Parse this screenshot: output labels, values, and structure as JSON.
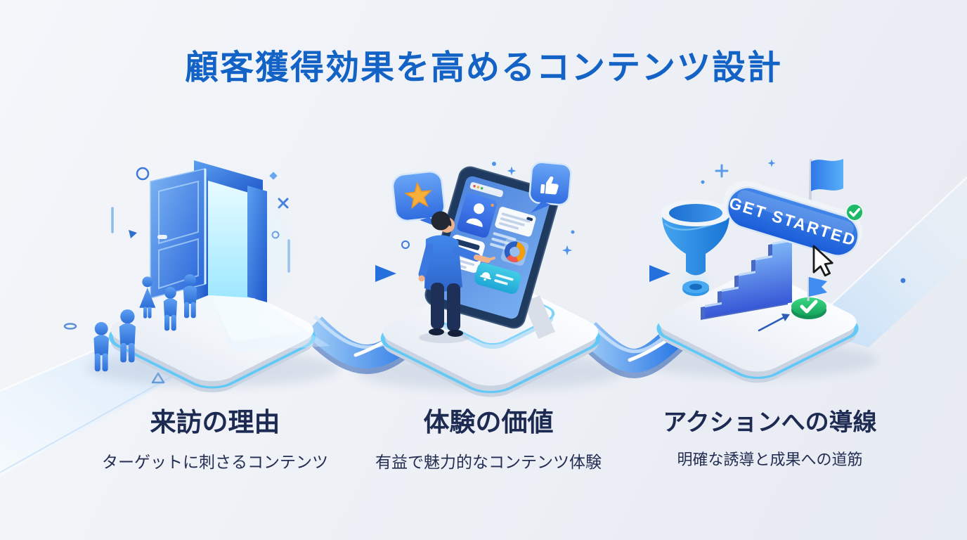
{
  "title": "顧客獲得効果を高めるコンテンツ設計",
  "stages": [
    {
      "title": "来訪の理由",
      "subtitle": "ターゲットに刺さるコンテンツ"
    },
    {
      "title": "体験の価値",
      "subtitle": "有益で魅力的なコンテンツ体験"
    },
    {
      "title": "アクションへの導線",
      "subtitle": "明確な誘導と成果への道筋"
    }
  ],
  "cta_label": "GET STARTED",
  "colors": {
    "title_blue": "#1362c6",
    "label_navy": "#1d2a52",
    "accent_blue": "#2f7fe8",
    "cyan_glow": "#56c8fa",
    "green_check": "#1eb968",
    "star_orange": "#f6b03c"
  },
  "icons": [
    "door-icon",
    "visitor-figures",
    "star-bubble-icon",
    "thumbs-up-bubble-icon",
    "tablet-icon",
    "pie-chart-icon",
    "bell-icon",
    "funnel-icon",
    "stairs-icon",
    "flag-icon",
    "check-icon",
    "cursor-icon",
    "flow-arrow-icon"
  ]
}
